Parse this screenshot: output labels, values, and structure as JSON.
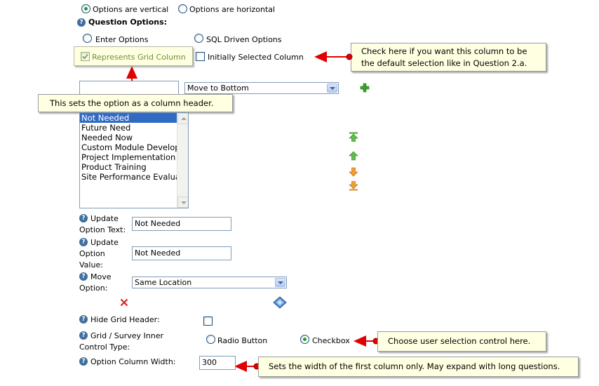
{
  "layout_options": {
    "vertical_label": "Options are vertical",
    "horizontal_label": "Options are horizontal",
    "selected": "vertical"
  },
  "question_options": {
    "title": "Question Options:",
    "enter_options_label": "Enter Options",
    "sql_driven_label": "SQL Driven Options",
    "represents_grid_column_label": "Represents Grid Column",
    "initially_selected_label": "Initially Selected Column"
  },
  "move_select": {
    "value": "Move to Bottom"
  },
  "options_list": {
    "items": [
      "Not Needed",
      "Future Need",
      "Needed Now",
      "Custom Module Developi",
      "Project Implementation",
      "Product Training",
      "Site Performance Evalua"
    ],
    "selected_index": 0
  },
  "form": {
    "update_text_label_1": "Update",
    "update_text_label_2": "Option Text:",
    "update_text_value": "Not Needed",
    "update_value_label_1": "Update",
    "update_value_label_2": "Option",
    "update_value_label_3": "Value:",
    "update_value_value": "Not Needed",
    "move_option_label_1": "Move",
    "move_option_label_2": "Option:",
    "move_option_value": "Same Location",
    "hide_grid_header_label": "Hide Grid Header:",
    "control_type_label_1": "Grid / Survey Inner",
    "control_type_label_2": "Control Type:",
    "radio_button_label": "Radio Button",
    "checkbox_label": "Checkbox",
    "control_type_selected": "checkbox",
    "column_width_label": "Option Column Width:",
    "column_width_value": "300"
  },
  "callouts": {
    "initially_selected_1": "Check here if you want this column to be",
    "initially_selected_2": "the default selection like in Question 2.a.",
    "grid_column": "This sets the option as a column header.",
    "control_type": "Choose user selection control here.",
    "column_width": "Sets the width of the first column only.  May expand with long questions."
  },
  "colors": {
    "callout_bg": "#ffffe1",
    "callout_arrow": "#e00000",
    "list_selection": "#316ac5",
    "add_icon": "#3aa52a",
    "delete_icon": "#e02020"
  }
}
